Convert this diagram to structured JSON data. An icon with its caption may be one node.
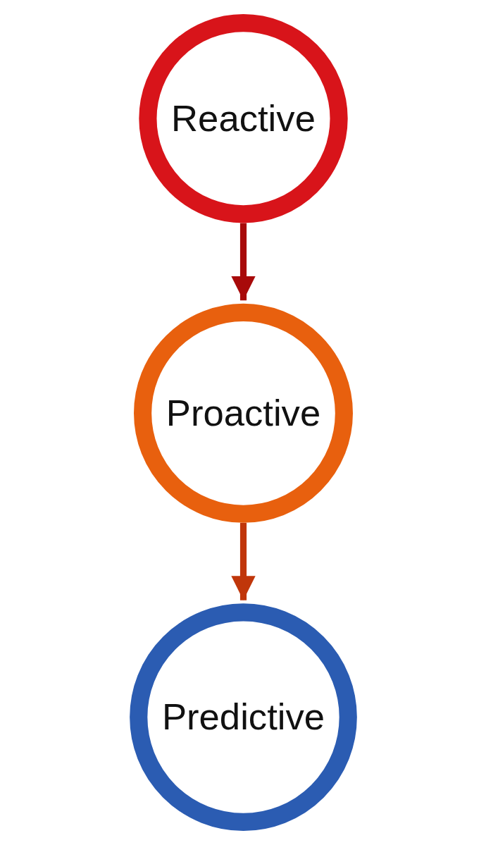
{
  "diagram": {
    "nodes": [
      {
        "text": [
          "Reactive"
        ]
      },
      {
        "text": [
          "Proactive"
        ]
      },
      {
        "text": [
          "Predictive"
        ]
      }
    ],
    "edges": [
      {
        "from": 0,
        "to": 1,
        "arrow": "to",
        "color": "#a80a0a"
      },
      {
        "from": 1,
        "to": 2,
        "arrow": "to",
        "color": "#c0360a"
      }
    ]
  }
}
